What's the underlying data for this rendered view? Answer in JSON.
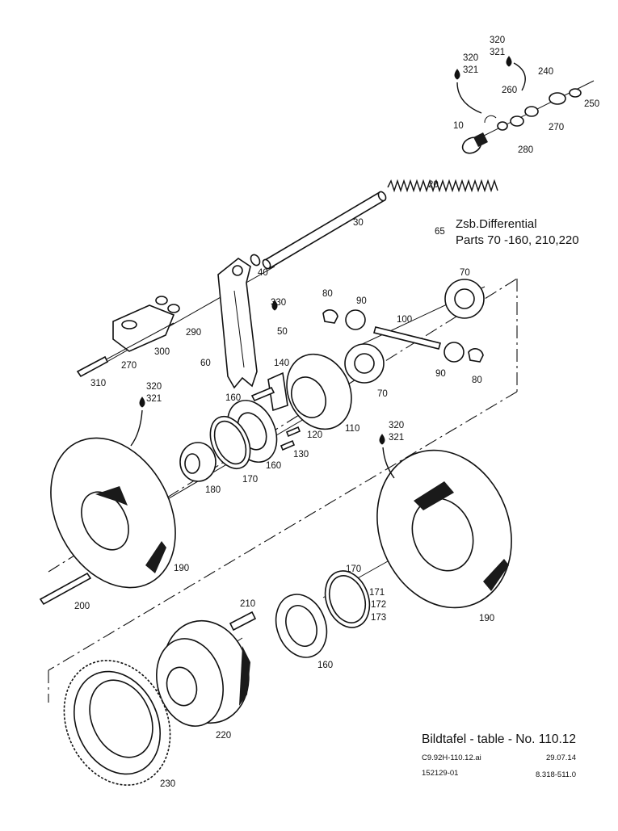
{
  "assembly": {
    "ref": "65",
    "title": "Zsb.Differential",
    "subtitle": "Parts 70 -160, 210,220"
  },
  "table": {
    "title": "Bildtafel - table - No. 110.12",
    "file": "C9.92H-110.12.ai",
    "date": "29.07.14",
    "code": "152129-01",
    "number": "8.318-511.0"
  },
  "callouts": {
    "c10": "10",
    "c20": "20",
    "c30": "30",
    "c40": "40",
    "c50": "50",
    "c60": "60",
    "c70a": "70",
    "c70b": "70",
    "c80a": "80",
    "c80b": "80",
    "c90a": "90",
    "c90b": "90",
    "c100": "100",
    "c110": "110",
    "c120": "120",
    "c130": "130",
    "c140": "140",
    "c160a": "160",
    "c160b": "160",
    "c160c": "160",
    "c170a": "170",
    "c170b": "170",
    "c171": "171",
    "c172": "172",
    "c173": "173",
    "c180": "180",
    "c190a": "190",
    "c190b": "190",
    "c200": "200",
    "c210": "210",
    "c220": "220",
    "c230": "230",
    "c240": "240",
    "c250": "250",
    "c260": "260",
    "c270a": "270",
    "c270b": "270",
    "c280": "280",
    "c290": "290",
    "c300": "300",
    "c310": "310",
    "c330": "330",
    "g1a": "320",
    "g1b": "321",
    "g2a": "320",
    "g2b": "321",
    "g3a": "320",
    "g3b": "321",
    "g4a": "320",
    "g4b": "321"
  }
}
